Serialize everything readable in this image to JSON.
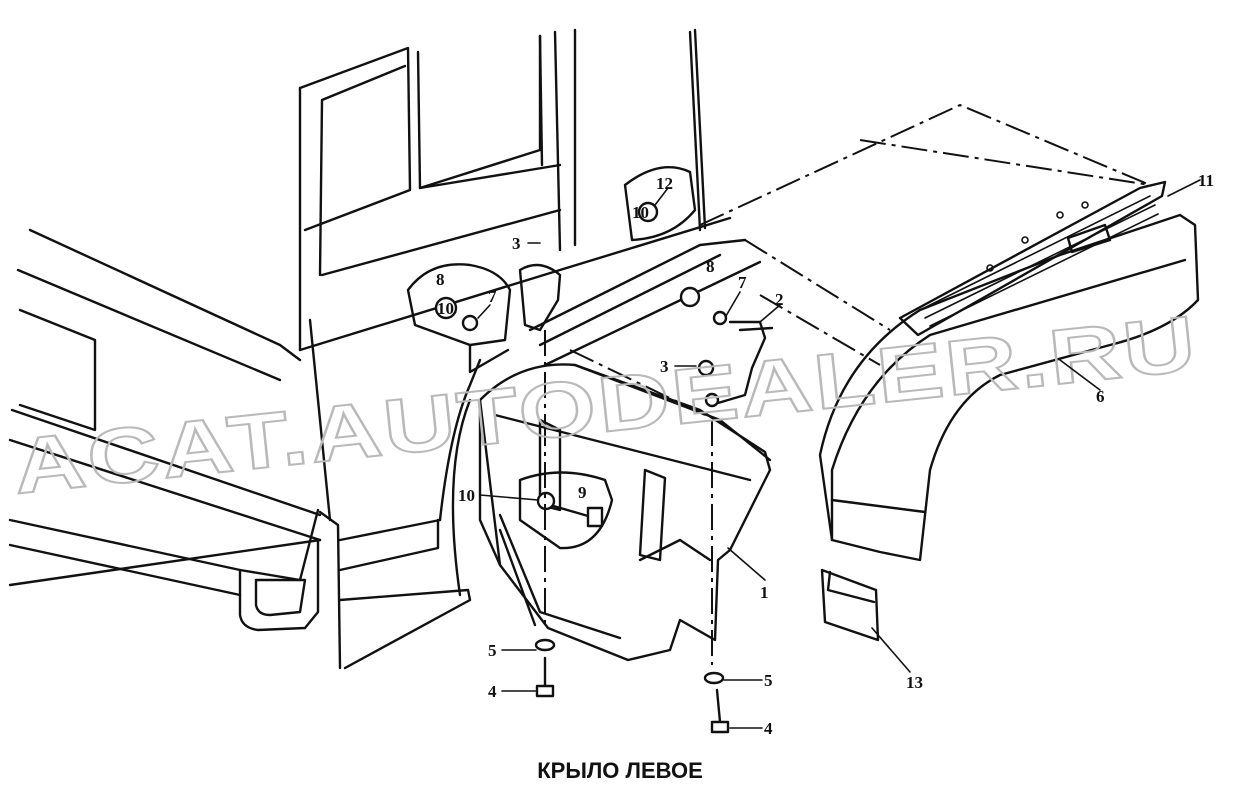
{
  "caption": "КРЫЛО ЛЕВОЕ",
  "watermark": "ACAT.AUTODEALER.RU",
  "callouts": {
    "c1": "1",
    "c2": "2",
    "c3a": "3",
    "c3b": "3",
    "c4a": "4",
    "c4b": "4",
    "c5a": "5",
    "c5b": "5",
    "c6": "6",
    "c7a": "7",
    "c7b": "7",
    "c8a": "8",
    "c8b": "8",
    "c9": "9",
    "c10a": "10",
    "c10b": "10",
    "c10c": "10",
    "c11": "11",
    "c12": "12",
    "c13": "13"
  }
}
